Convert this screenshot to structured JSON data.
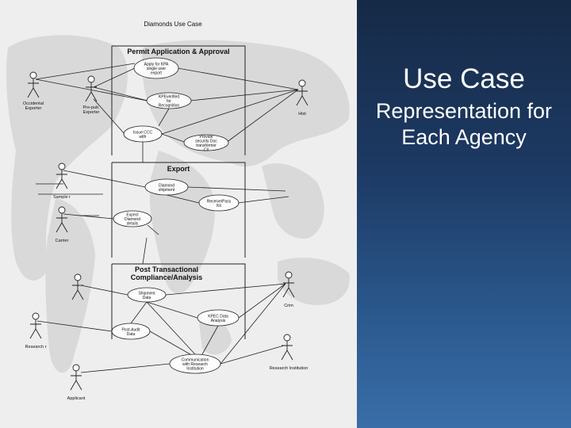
{
  "slide": {
    "title_line1": "Use Case",
    "title_line2": "Representation for Each Agency"
  },
  "diagram": {
    "title": "Diamonds Use Case",
    "colors": {
      "panel_bg": "#eeeeee",
      "map": "#d6d6d6",
      "line": "#222222",
      "slide_bg": "#1d3a64"
    },
    "sections": [
      {
        "name": "permit",
        "label": "Permit Application & Approval"
      },
      {
        "name": "export",
        "label": "Export"
      },
      {
        "name": "post-transactional",
        "label": "Post Transactional Compliance/Analysis"
      }
    ],
    "actors": [
      "Occidental Exporter",
      "Pre-pub. Exporter",
      "Hist",
      "Sample r",
      "Carrier",
      "Crim",
      "Applicant",
      "Research r",
      "Research Institution"
    ],
    "use_cases": [
      "Apply for KPA single user export",
      "KPEverified for Recognition",
      "Issue CCC with",
      "Provide security Doc transformer Cil",
      "Diamond shipment",
      "Receive/Pass Kit",
      "Expect Diamond details",
      "Shipment Data",
      "KPEC Data Analysis",
      "Post-Audit Data",
      "Communication with Research Institution"
    ]
  }
}
